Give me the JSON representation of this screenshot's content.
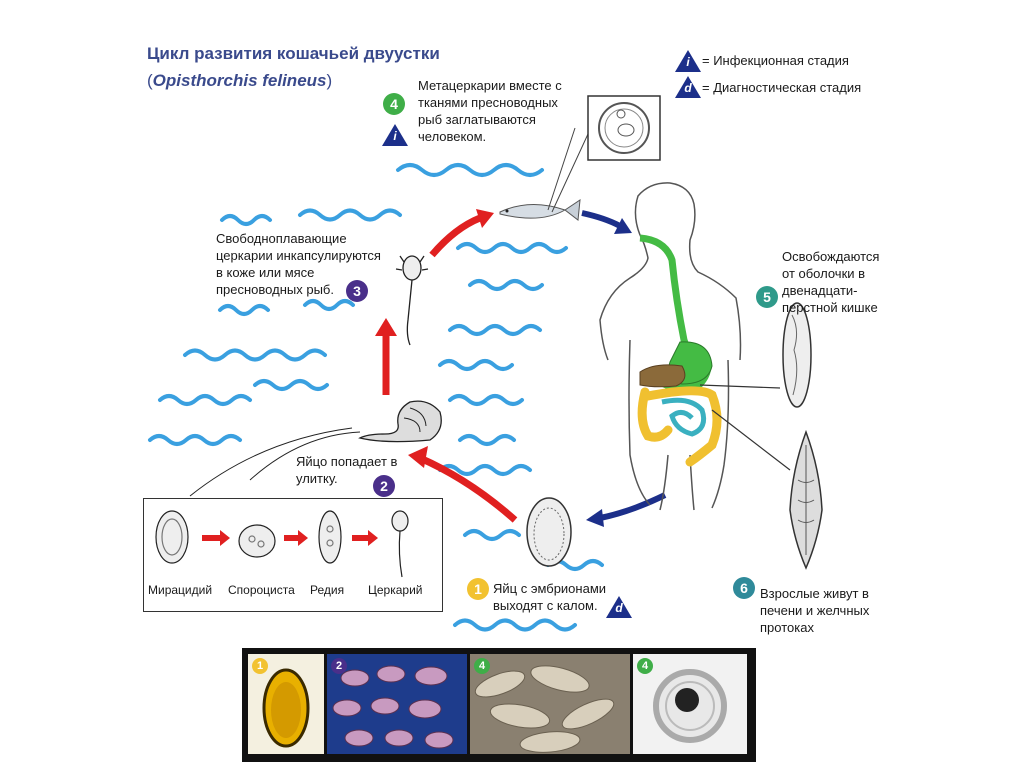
{
  "title": "Цикл развития кошачьей двуустки",
  "subtitle": {
    "open": "(",
    "latin": "Opisthorchis felineus",
    "close": ")"
  },
  "legend": {
    "infective": {
      "letter": "i",
      "label": "= Инфекционная стадия"
    },
    "diagnostic": {
      "letter": "d",
      "label": "= Диагностическая стадия"
    }
  },
  "steps": {
    "s1": {
      "num": "1",
      "line1": "Яйц с эмбрионами",
      "line2": "выходят с калом.",
      "badge": "d"
    },
    "s2": {
      "num": "2",
      "line1": "Яйцо попадает в",
      "line2": "улитку."
    },
    "s3": {
      "num": "3",
      "line1": "Свободноплавающие",
      "line2": "церкарии инкапсулируются",
      "line3": "в коже или мясе",
      "line4": "пресноводных рыб."
    },
    "s4": {
      "num": "4",
      "line1": "Метацеркарии вместе с",
      "line2": "тканями пресноводных",
      "line3": "рыб заглатываются",
      "line4": "человеком.",
      "badge": "i"
    },
    "s5": {
      "num": "5",
      "line1": "Освобождаются",
      "line2": "от оболочки в",
      "line3": "двенадцати-",
      "line4": "перстной кишке"
    },
    "s6": {
      "num": "6",
      "line1": "Взрослые живут в",
      "line2": "печени и желчных",
      "line3": "протоках"
    }
  },
  "stages": [
    "Мирацидий",
    "Спороциста",
    "Редия",
    "Церкарий"
  ],
  "photos": [
    "1",
    "2",
    "4",
    "4"
  ],
  "colors": {
    "title": "#3a4a8c",
    "red_arrow": "#e02020",
    "blue_arrow": "#1c2f8a",
    "water": "#3aa0e0",
    "c1": "#f2c230",
    "c2": "#4a2f8a",
    "c3": "#4a2f8a",
    "c4": "#3fae48",
    "c5": "#2f9a8a",
    "c6": "#2f8a9a",
    "triangle": "#1c2f8a"
  }
}
